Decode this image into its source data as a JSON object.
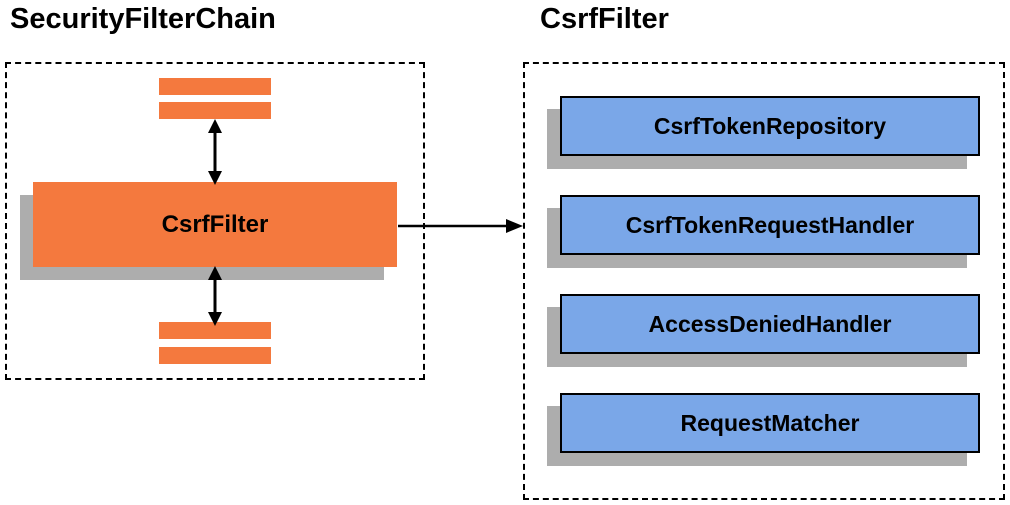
{
  "left_panel": {
    "title": "SecurityFilterChain",
    "filter_box_label": "CsrfFilter"
  },
  "right_panel": {
    "title": "CsrfFilter",
    "components": [
      {
        "label": "CsrfTokenRepository"
      },
      {
        "label": "CsrfTokenRequestHandler"
      },
      {
        "label": "AccessDeniedHandler"
      },
      {
        "label": "RequestMatcher"
      }
    ]
  },
  "colors": {
    "filter_orange": "#F4793E",
    "component_blue": "#7AA7E8",
    "shadow_gray": "#ADADAD",
    "line_black": "#000000"
  }
}
